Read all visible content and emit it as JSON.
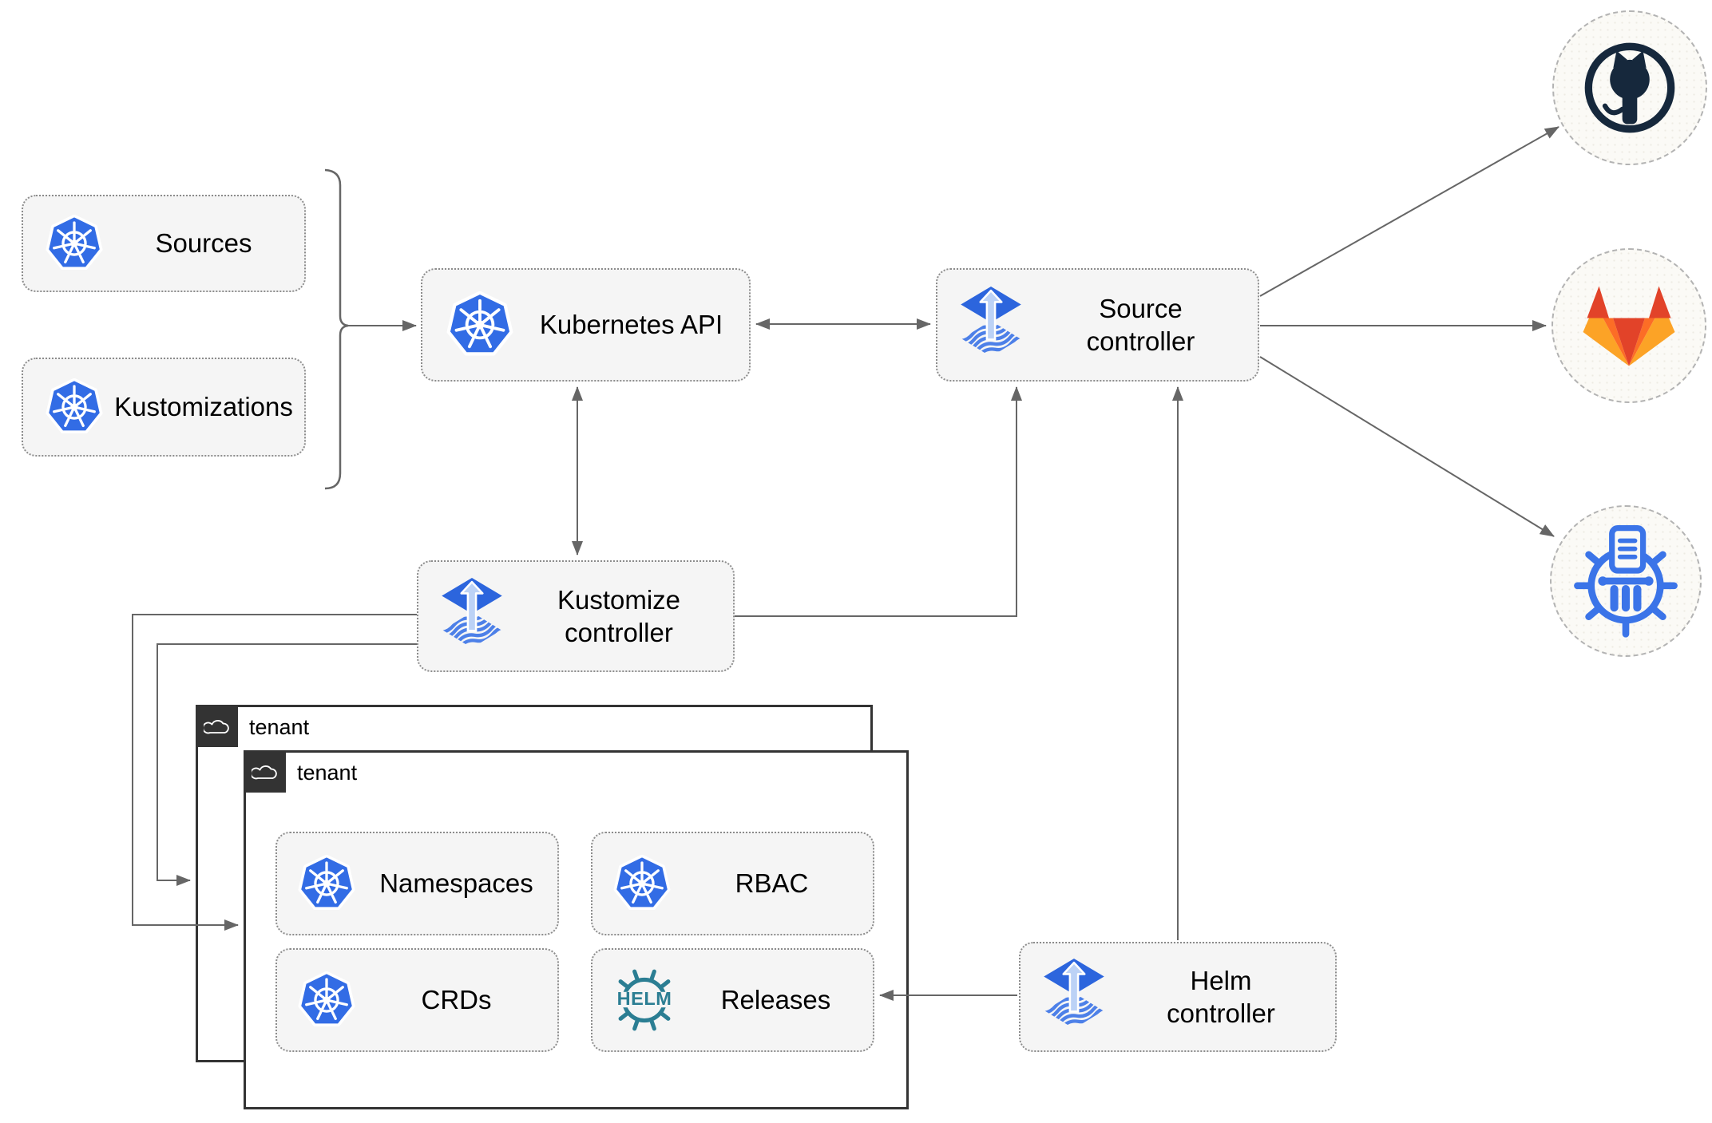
{
  "diagram": {
    "nodes": {
      "sources": {
        "label": "Sources",
        "icon": "kubernetes-icon"
      },
      "kustomizations": {
        "label": "Kustomizations",
        "icon": "kubernetes-icon"
      },
      "kubernetes_api": {
        "label": "Kubernetes API",
        "icon": "kubernetes-icon"
      },
      "source_controller": {
        "label": "Source controller",
        "icon": "flux-icon"
      },
      "kustomize_controller": {
        "label": "Kustomize controller",
        "icon": "flux-icon"
      },
      "helm_controller": {
        "label": "Helm controller",
        "icon": "flux-icon"
      },
      "namespaces": {
        "label": "Namespaces",
        "icon": "kubernetes-icon"
      },
      "rbac": {
        "label": "RBAC",
        "icon": "kubernetes-icon"
      },
      "crds": {
        "label": "CRDs",
        "icon": "kubernetes-icon"
      },
      "releases": {
        "label": "Releases",
        "icon": "helm-wheel-icon",
        "icon_text": "HELM"
      }
    },
    "groups": {
      "tenant_outer": {
        "label": "tenant",
        "icon": "cloud-icon"
      },
      "tenant_inner": {
        "label": "tenant",
        "icon": "cloud-icon"
      }
    },
    "external_endpoints": [
      {
        "name": "github",
        "icon": "github-icon"
      },
      {
        "name": "gitlab",
        "icon": "gitlab-icon"
      },
      {
        "name": "chartmuseum",
        "icon": "chartmuseum-icon"
      }
    ],
    "connections": [
      {
        "from": "sources/kustomizations",
        "to": "kubernetes_api",
        "style": "arrow"
      },
      {
        "from": "kubernetes_api",
        "to": "source_controller",
        "style": "bidirectional"
      },
      {
        "from": "kubernetes_api",
        "to": "kustomize_controller",
        "style": "bidirectional"
      },
      {
        "from": "kustomize_controller",
        "to": "source_controller",
        "style": "arrow"
      },
      {
        "from": "kustomize_controller",
        "to": "tenant_inner",
        "style": "arrow"
      },
      {
        "from": "kustomize_controller",
        "to": "tenant_outer",
        "style": "arrow"
      },
      {
        "from": "helm_controller",
        "to": "source_controller",
        "style": "arrow"
      },
      {
        "from": "helm_controller",
        "to": "releases",
        "style": "arrow"
      },
      {
        "from": "source_controller",
        "to": "github",
        "style": "arrow"
      },
      {
        "from": "source_controller",
        "to": "gitlab",
        "style": "arrow"
      },
      {
        "from": "source_controller",
        "to": "chartmuseum",
        "style": "arrow"
      }
    ],
    "colors": {
      "kubernetes_blue": "#326ce5",
      "flux_blue": "#2c65dd",
      "flux_light_arrow": "#bcd2f6",
      "helm_teal": "#2b7e93",
      "github_dark": "#16283c",
      "gitlab_red": "#e24329",
      "gitlab_orange": "#fc6d26",
      "gitlab_amber": "#fca326",
      "chartmuseum_blue": "#3b74e8",
      "connector_gray": "#666666",
      "node_fill": "#f5f5f5",
      "tenant_border": "#333333"
    }
  }
}
